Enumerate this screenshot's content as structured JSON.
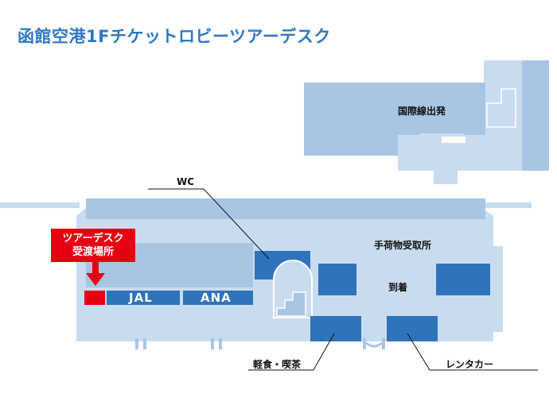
{
  "title": "函館空港1Fチケットロビーツアーデスク",
  "labels": {
    "international": "国際線出発",
    "wc": "WC",
    "baggage": "手荷物受取所",
    "arrival": "到着",
    "snack": "軽食・喫茶",
    "rental": "レンタカー"
  },
  "counters": {
    "jal": "JAL",
    "ana": "ANA"
  },
  "callout": {
    "line1": "ツアーデスク",
    "line2": "受渡場所"
  },
  "colors": {
    "title": "#2e78c2",
    "floor_light": "#c9dcef",
    "floor_mid": "#a8c5e4",
    "facility": "#2f73ba",
    "highlight": "#e60012"
  }
}
